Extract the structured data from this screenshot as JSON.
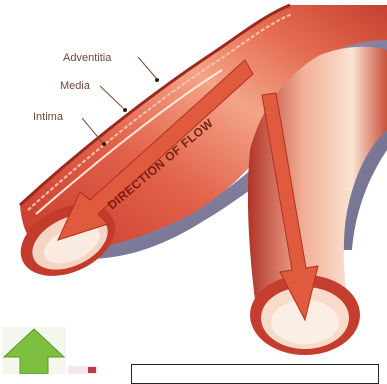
{
  "labels": {
    "adventitia": "Adventitia",
    "media": "Media",
    "intima": "Intima"
  },
  "flow_text": "DIRECTION OF FLOW",
  "colors": {
    "vessel_red": "#d9463a",
    "vessel_light": "#f6b59a",
    "outer_gray": "#8c8ca8",
    "arrow_red": "#e25a3e",
    "nav_green": "#7fbf3f"
  },
  "icons": {
    "nav": "up-arrow-icon",
    "flag": "flag-icon"
  }
}
